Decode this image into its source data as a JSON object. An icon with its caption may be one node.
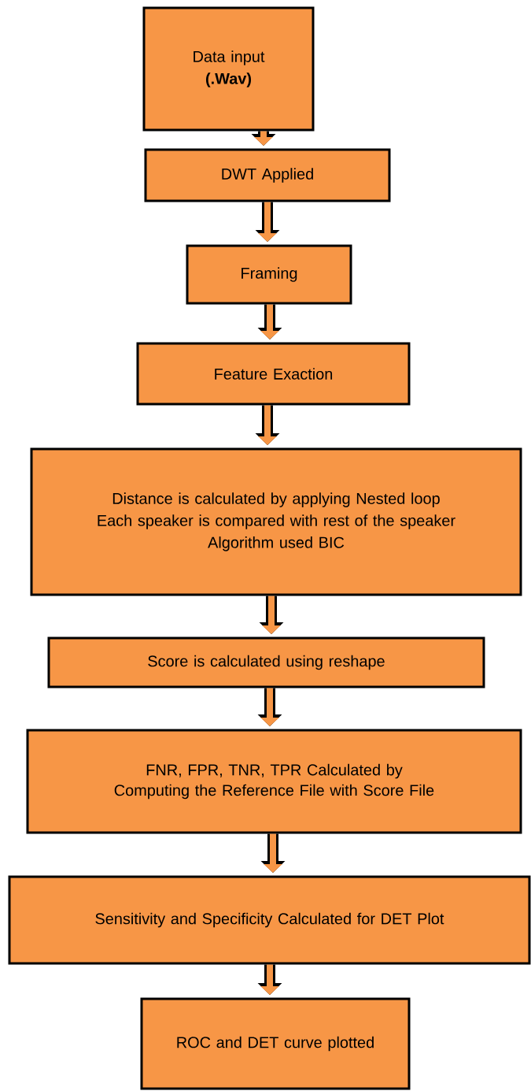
{
  "diagram": {
    "nodes": [
      {
        "text": [
          "Data input",
          "(.Wav)"
        ]
      },
      {
        "text": [
          "DWT Applied"
        ]
      },
      {
        "text": [
          "Framing"
        ]
      },
      {
        "text": [
          "Feature Exaction"
        ]
      },
      {
        "text": [
          "Distance is calculated by applying Nested loop",
          "Each speaker is compared with rest of the speaker",
          "Algorithm used BIC"
        ]
      },
      {
        "text": [
          "Score is calculated using reshape"
        ]
      },
      {
        "text": [
          "FNR, FPR, TNR, TPR Calculated by Computing the Reference File with Score File"
        ]
      },
      {
        "text": [
          "Sensitivity and Specificity Calculated for DET Plot"
        ]
      },
      {
        "text": [
          "ROC and DET curve plotted"
        ]
      }
    ],
    "edges": [
      {
        "from": 0,
        "to": 1,
        "arrow": "to"
      },
      {
        "from": 1,
        "to": 2,
        "arrow": "to"
      },
      {
        "from": 2,
        "to": 3,
        "arrow": "to"
      },
      {
        "from": 3,
        "to": 4,
        "arrow": "to"
      },
      {
        "from": 4,
        "to": 5,
        "arrow": "to"
      },
      {
        "from": 5,
        "to": 6,
        "arrow": "to"
      },
      {
        "from": 6,
        "to": 7,
        "arrow": "to"
      },
      {
        "from": 7,
        "to": 8,
        "arrow": "to"
      }
    ]
  }
}
